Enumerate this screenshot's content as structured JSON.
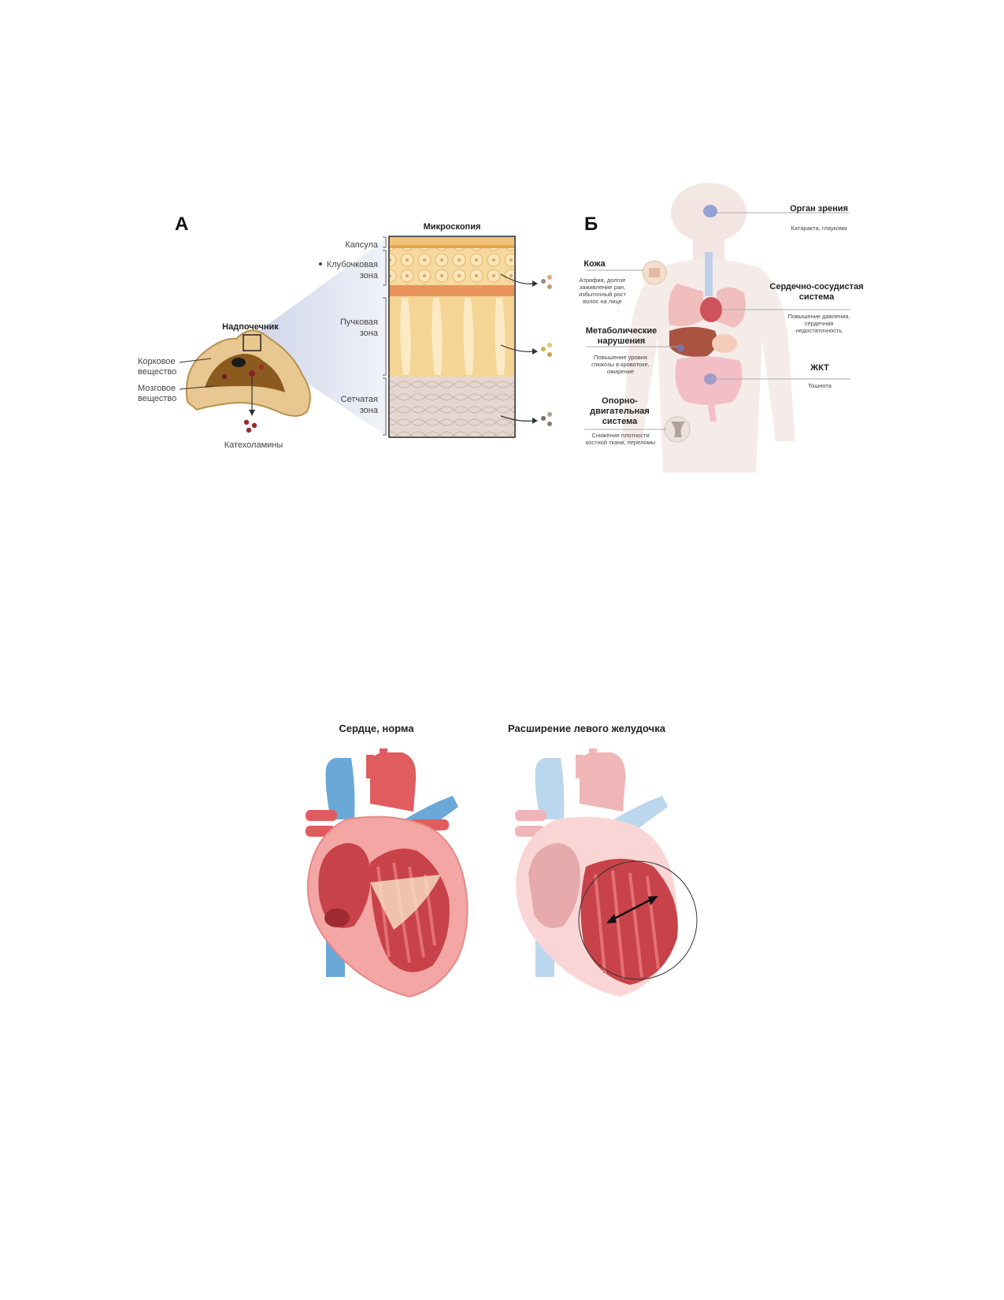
{
  "figure1": {
    "panel_a": {
      "letter": "А",
      "micro_title": "Микроскопия",
      "zones": {
        "capsule": "Капсула",
        "glomerular_1": "Клубочковая",
        "glomerular_2": "зона",
        "fascicular_1": "Пучковая",
        "fascicular_2": "зона",
        "reticular_1": "Сетчатая",
        "reticular_2": "зона"
      },
      "gland_title": "Надпочечник",
      "cortex_1": "Корковое",
      "cortex_2": "вещество",
      "medulla_1": "Мозговое",
      "medulla_2": "вещество",
      "catecholamines": "Катехоламины"
    },
    "panel_b": {
      "letter": "Б",
      "vision": {
        "title": "Орган зрения",
        "desc": "Катаракта, глаукома"
      },
      "skin": {
        "title": "Кожа",
        "desc": [
          "Атрофия, долгое",
          "заживление ран,",
          "избыточный рост",
          "волос на лице"
        ]
      },
      "cardio": {
        "title": [
          "Сердечно-сосудистая",
          "система"
        ],
        "desc": [
          "Повышение давления,",
          "сердечная",
          "недостаточность"
        ]
      },
      "metabolic": {
        "title": [
          "Метаболические",
          "нарушения"
        ],
        "desc": [
          "Повышение уровня",
          "глюкозы в кровотоке,",
          "ожирение"
        ]
      },
      "git": {
        "title": "ЖКТ",
        "desc": "Тошнота"
      },
      "musculo": {
        "title": [
          "Опорно-",
          "двигательная",
          "система"
        ],
        "desc": [
          "Снижение плотности",
          "костной ткани, переломы"
        ]
      }
    }
  },
  "figure2": {
    "normal_title": "Сердце, норма",
    "dilated_title": "Расширение левого желудочка"
  }
}
